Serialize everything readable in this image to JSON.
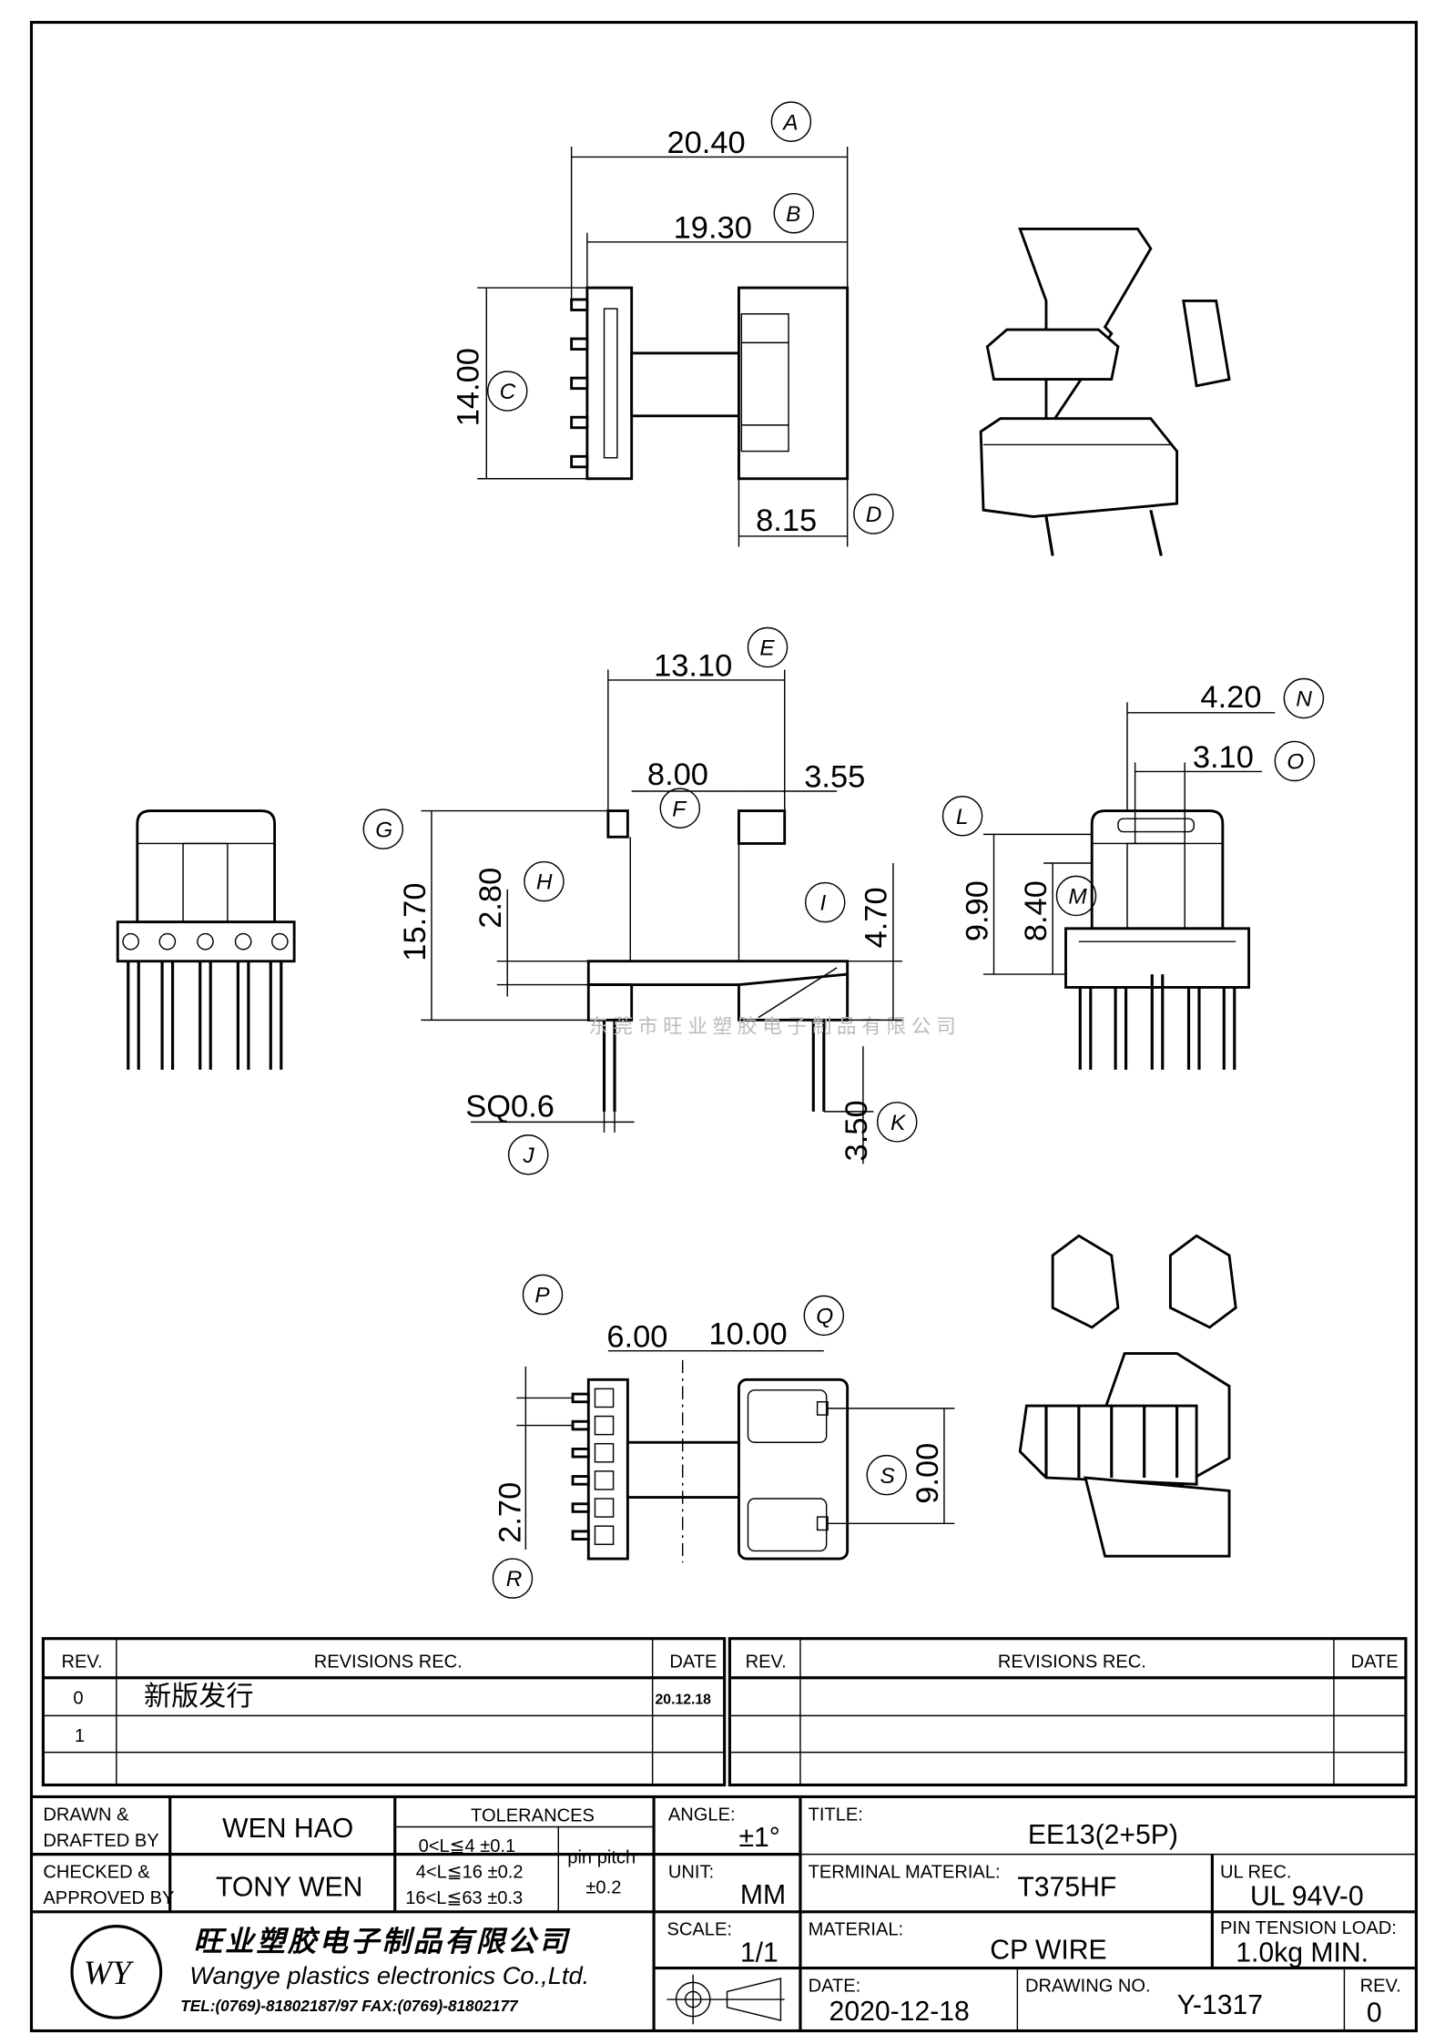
{
  "watermark": "东莞市旺业塑胶电子制品有限公司",
  "dimensions": {
    "A": {
      "letter": "A",
      "value": "20.40"
    },
    "B": {
      "letter": "B",
      "value": "19.30"
    },
    "C": {
      "letter": "C",
      "value": "14.00"
    },
    "D": {
      "letter": "D",
      "value": "8.15"
    },
    "E": {
      "letter": "E",
      "value": "13.10"
    },
    "F": {
      "letter": "F",
      "value": "8.00"
    },
    "F2": {
      "value": "3.55"
    },
    "G": {
      "letter": "G",
      "value": "15.70"
    },
    "H": {
      "letter": "H",
      "value": "2.80"
    },
    "I": {
      "letter": "I",
      "value": "4.70"
    },
    "J": {
      "letter": "J",
      "value": "SQ0.6"
    },
    "K": {
      "letter": "K",
      "value": "3.50"
    },
    "L": {
      "letter": "L",
      "value": "9.90"
    },
    "M": {
      "letter": "M",
      "value": "8.40"
    },
    "N": {
      "letter": "N",
      "value": "4.20"
    },
    "O": {
      "letter": "O",
      "value": "3.10"
    },
    "P": {
      "letter": "P",
      "value": "6.00"
    },
    "Q": {
      "letter": "Q",
      "value": "10.00"
    },
    "R": {
      "letter": "R",
      "value": "2.70"
    },
    "S": {
      "letter": "S",
      "value": "9.00"
    }
  },
  "revisions": {
    "headers": {
      "rev": "REV.",
      "rec": "REVISIONS   REC.",
      "date": "DATE"
    },
    "rows": [
      {
        "rev": "0",
        "rec": "新版发行",
        "date": "20.12.18"
      },
      {
        "rev": "1",
        "rec": "",
        "date": ""
      },
      {
        "rev": "",
        "rec": "",
        "date": ""
      }
    ]
  },
  "title_block": {
    "drawn_label_1": "DRAWN &",
    "drawn_label_2": "DRAFTED BY",
    "drawn_by": "WEN HAO",
    "checked_label_1": "CHECKED &",
    "checked_label_2": "APPROVED BY",
    "checked_by": "TONY WEN",
    "tolerances_label": "TOLERANCES",
    "tolerances": [
      "0<L≦4   ±0.1",
      "4<L≦16  ±0.2",
      "16<L≦63  ±0.3"
    ],
    "pin_pitch_label": "pin pitch",
    "pin_pitch_value": "±0.2",
    "angle_label": "ANGLE:",
    "angle_value": "±1°",
    "unit_label": "UNIT:",
    "unit_value": "MM",
    "scale_label": "SCALE:",
    "scale_value": "1/1",
    "title_label": "TITLE:",
    "title_value": "EE13(2+5P)",
    "terminal_label": "TERMINAL MATERIAL:",
    "terminal_value": "T375HF",
    "ul_label": "UL REC.",
    "ul_value": "UL 94V-0",
    "material_label": "MATERIAL:",
    "material_value": "CP WIRE",
    "pin_tension_label": "PIN TENSION LOAD:",
    "pin_tension_value": "1.0kg MIN.",
    "date_label": "DATE:",
    "date_value": "2020-12-18",
    "drawing_no_label": "DRAWING NO.",
    "drawing_no_value": "Y-1317",
    "rev_label": "REV.",
    "rev_value": "0"
  },
  "company": {
    "logo_text": "WY",
    "name_cn": "旺业塑胶电子制品有限公司",
    "name_en": "Wangye plastics electronics Co.,Ltd.",
    "contact": "TEL:(0769)-81802187/97  FAX:(0769)-81802177"
  }
}
